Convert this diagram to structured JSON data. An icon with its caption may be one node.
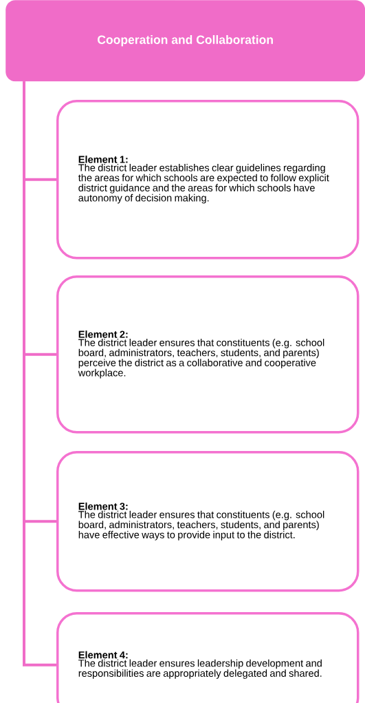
{
  "diagram": {
    "nodes": [
      {
        "text": [
          "Cooperation and Collaboration"
        ]
      },
      {
        "text": [
          "Element 1:",
          "The district leader establishes clear guidelines regarding the areas for which schools are expected to follow explicit district guidance and the areas for which schools have autonomy of decision making."
        ]
      },
      {
        "text": [
          "Element 2:",
          "The district leader ensures that constituents (e.g. school board, administrators, teachers, students, and parents) perceive the district as a collaborative and cooperative workplace."
        ]
      },
      {
        "text": [
          "Element 3:",
          "The district leader ensures that constituents (e.g. school board, administrators, teachers, students, and parents) have effective ways to provide input to the district."
        ]
      },
      {
        "text": [
          "Element 4:",
          "The district leader ensures leadership development and responsibilities are appropriately delegated and shared."
        ]
      }
    ],
    "edges": [
      {
        "from": 0,
        "to": 1,
        "arrow": "none"
      },
      {
        "from": 0,
        "to": 2,
        "arrow": "none"
      },
      {
        "from": 0,
        "to": 3,
        "arrow": "none"
      },
      {
        "from": 0,
        "to": 4,
        "arrow": "none"
      }
    ]
  }
}
